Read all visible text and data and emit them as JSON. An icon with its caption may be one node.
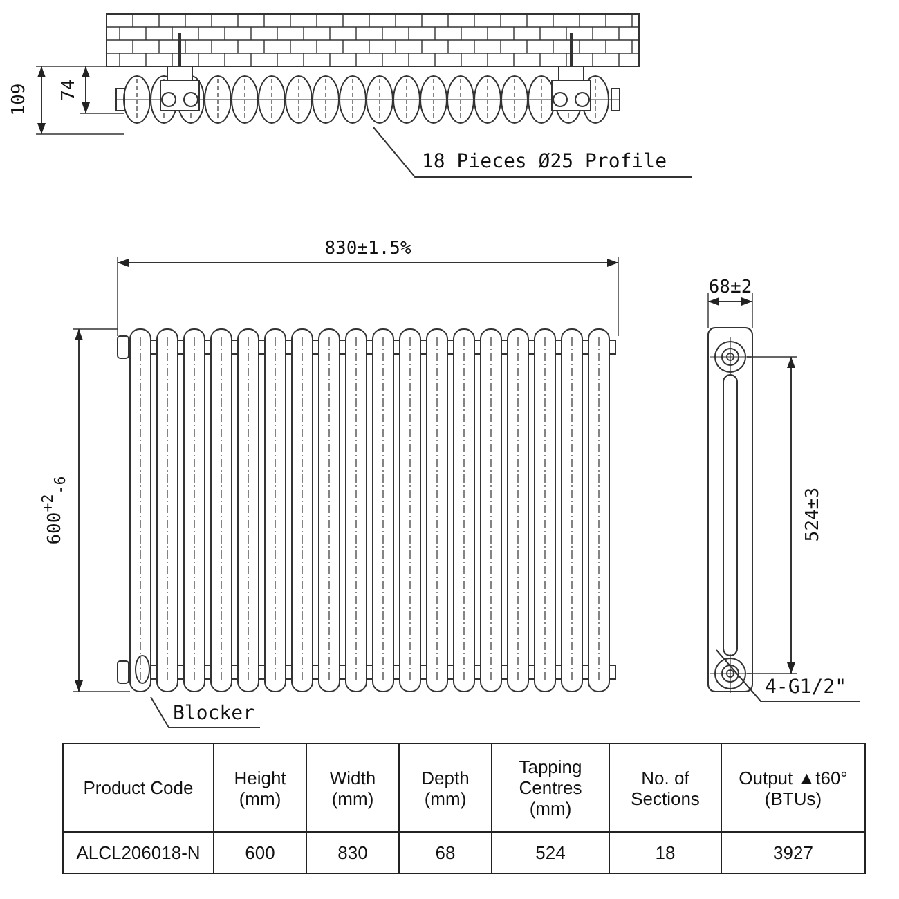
{
  "diagram": {
    "nodes": [
      {
        "text": [
          "18 Pieces Ø25 Profile"
        ]
      },
      {
        "text": [
          "Blocker"
        ]
      },
      {
        "text": [
          "4-G1/2\""
        ]
      }
    ],
    "edges": [
      {
        "from": 0,
        "to": null,
        "arrow": "none"
      },
      {
        "from": 1,
        "to": null,
        "arrow": "none"
      },
      {
        "from": 2,
        "to": null,
        "arrow": "none"
      }
    ],
    "labels": [
      "109",
      "74",
      "830±1.5%",
      "600$^{+2}$$_{-6}$",
      "68±2",
      "524±3",
      "Product Code",
      "Height (mm)",
      "Width (mm)",
      "Depth (mm)",
      "Tapping Centres (mm)",
      "No. of Sections",
      "Output ▲t60° (BTUs)",
      "ALCL206018-N",
      "600",
      "830",
      "68",
      "524",
      "18",
      "3927"
    ]
  }
}
